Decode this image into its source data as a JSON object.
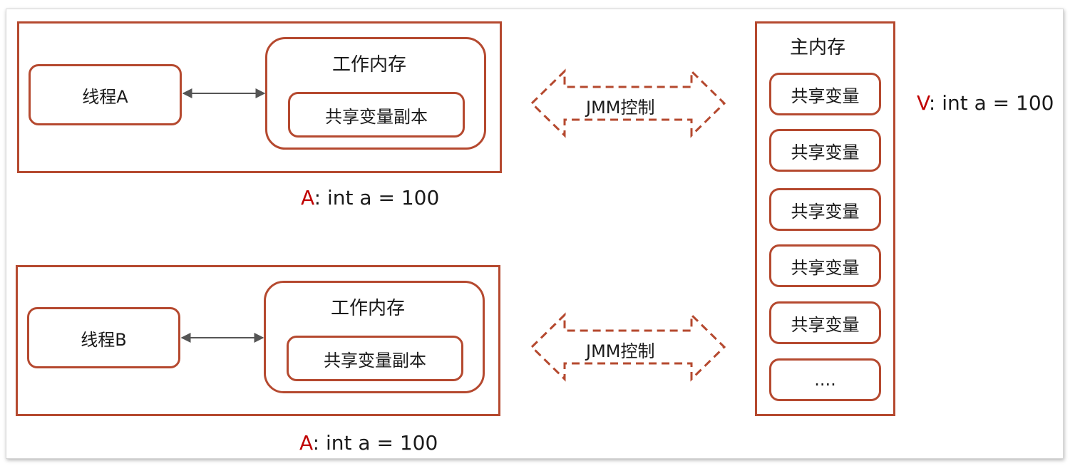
{
  "thread_a": {
    "thread_label": "线程A",
    "work_memory_title": "工作内存",
    "copy_label": "共享变量副本",
    "note_prefix": "A",
    "note_text": ":  int a = 100"
  },
  "thread_b": {
    "thread_label": "线程B",
    "work_memory_title": "工作内存",
    "copy_label": "共享变量副本",
    "note_prefix": "A",
    "note_text": ":  int a = 100"
  },
  "jmm": {
    "top_label": "JMM控制",
    "bottom_label": "JMM控制"
  },
  "main_memory": {
    "title": "主内存",
    "items": [
      "共享变量",
      "共享变量",
      "共享变量",
      "共享变量",
      "共享变量",
      "...."
    ],
    "note_prefix": "V",
    "note_text": ":  int a = 100"
  },
  "colors": {
    "border": "#b5492f",
    "note_prefix": "#c00000",
    "arrow": "#555555"
  }
}
